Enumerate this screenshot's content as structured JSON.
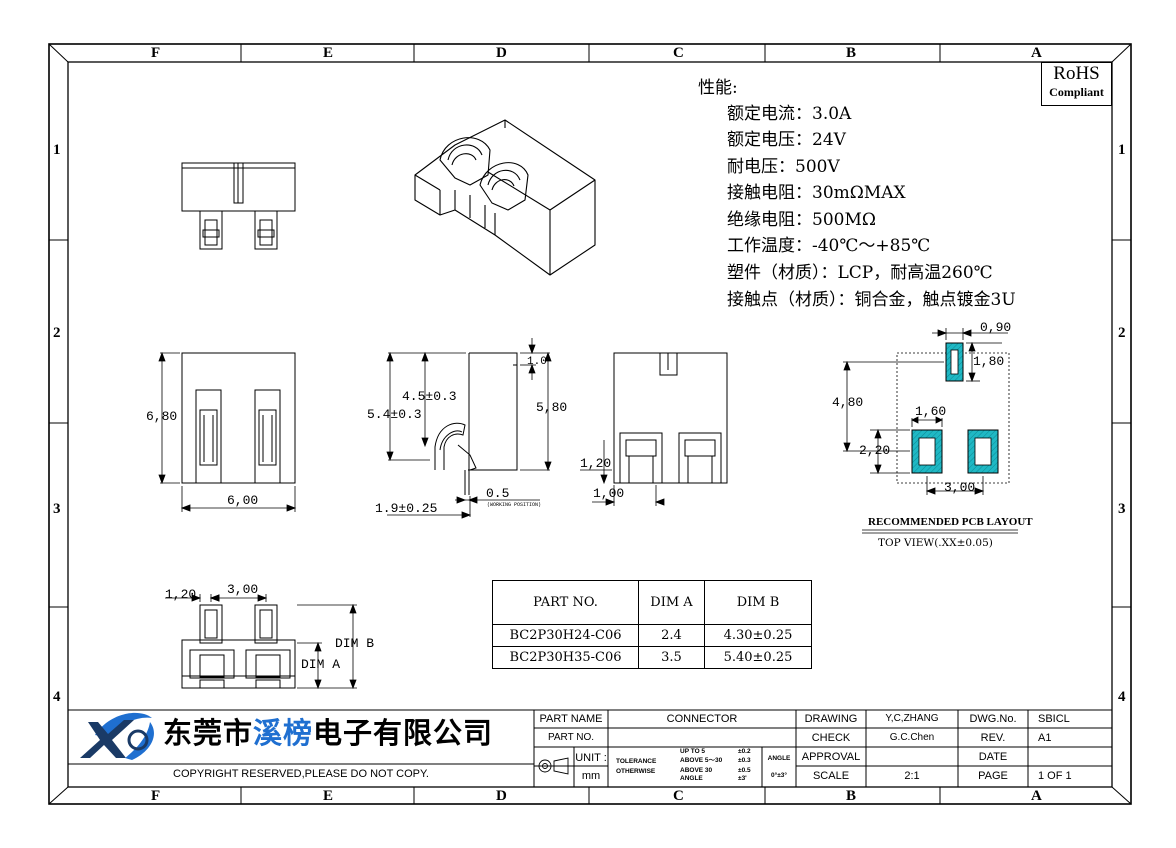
{
  "zones": {
    "columns": [
      "F",
      "E",
      "D",
      "C",
      "B",
      "A"
    ],
    "rows": [
      "1",
      "2",
      "3",
      "4"
    ]
  },
  "rohs": {
    "line1": "RoHS",
    "line2": "Compliant"
  },
  "specs": {
    "heading": "性能:",
    "items": [
      "额定电流：3.0A",
      "额定电压：24V",
      "耐电压：500V",
      "接触电阻：30mΩMAX",
      "绝缘电阻：500MΩ",
      "工作温度：-40℃～+85℃",
      "塑件（材质）：LCP，耐高温260℃",
      "接触点（材质）：铜合金，触点镀金3U"
    ]
  },
  "dimensions": {
    "front_height": "6,80",
    "front_width": "6,00",
    "side_a": "4.5±0.3",
    "side_b": "5.4±0.3",
    "side_c": "1.0",
    "side_d": "5,80",
    "side_e": "0.5",
    "side_f": "1.9±0.25",
    "working_position": "(WORKING POSITION)",
    "rear_a": "1,20",
    "rear_b": "1,00",
    "pcb_a": "0,90",
    "pcb_b": "1,80",
    "pcb_c": "4,80",
    "pcb_d": "1,60",
    "pcb_e": "2,20",
    "pcb_f": "3,00",
    "bottom_a": "1,20",
    "bottom_b": "3,00",
    "dim_a": "DIM A",
    "dim_b": "DIM B"
  },
  "pcb_layout": {
    "title": "RECOMMENDED PCB LAYOUT",
    "subtitle": "TOP VIEW(.XX±0.05)",
    "pad_color": "#1fb8c4"
  },
  "parts_table": {
    "headers": [
      "PART NO.",
      "DIM A",
      "DIM B"
    ],
    "rows": [
      [
        "BC2P30H24-C06",
        "2.4",
        "4.30±0.25"
      ],
      [
        "BC2P30H35-C06",
        "3.5",
        "5.40±0.25"
      ]
    ]
  },
  "title_block": {
    "company": "东莞市溪榜电子有限公司",
    "company_highlight_color": "#1f6fd0",
    "copyright": "COPYRIGHT RESERVED,PLEASE DO NOT COPY.",
    "part_name_label": "PART NAME",
    "part_name": "CONNECTOR",
    "part_no_label": "PART NO.",
    "part_no": "",
    "unit_label": "UNIT :",
    "unit": "mm",
    "tolerance_label": "TOLERANCE",
    "otherwise_label": "OTHERWISE",
    "tol_up_to_5": "UP TO 5",
    "tol_up_to_5_val": "±0.2",
    "tol_above_5_30": "ABOVE 5～30",
    "tol_above_5_30_val": "±0.3",
    "tol_above_30": "ABOVE 30",
    "tol_above_30_val": "±0.5",
    "tol_angle": "ANGLE",
    "tol_angle_val": "±3'",
    "angle_label": "ANGLE",
    "angle_value": "0°±3°",
    "drawing_label": "DRAWING",
    "drawing_by": "Y,C,ZHANG",
    "check_label": "CHECK",
    "check_by": "G.C.Chen",
    "approval_label": "APPROVAL",
    "approval_by": "",
    "scale_label": "SCALE",
    "scale": "2:1",
    "dwg_no_label": "DWG.No.",
    "dwg_no": "SBICL",
    "rev_label": "REV.",
    "rev": "A1",
    "date_label": "DATE",
    "date": "",
    "page_label": "PAGE",
    "page": "1 OF 1"
  }
}
